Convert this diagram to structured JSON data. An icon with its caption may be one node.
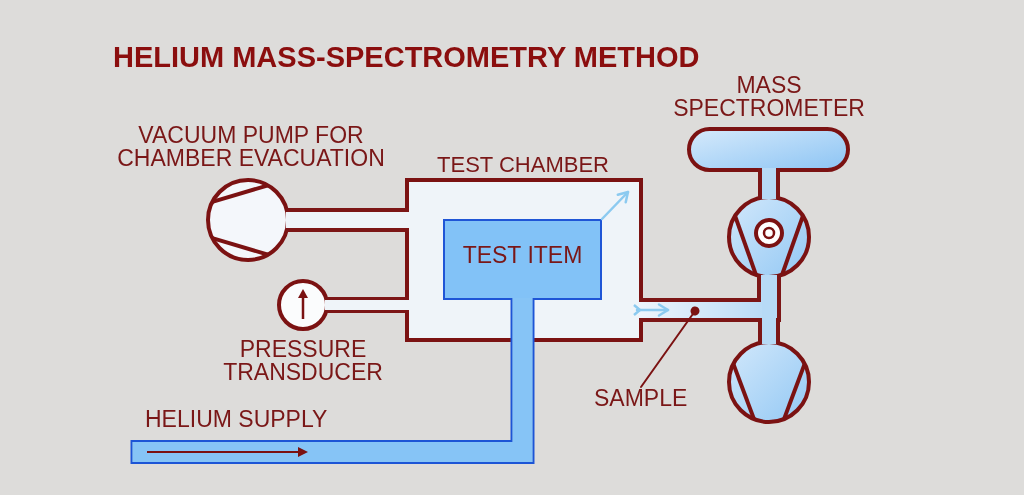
{
  "diagram": {
    "title": "HELIUM MASS-SPECTROMETRY METHOD",
    "nodes": [
      {
        "text": [
          "VACUUM PUMP FOR CHAMBER EVACUATION"
        ]
      },
      {
        "text": [
          "TEST CHAMBER"
        ]
      },
      {
        "text": [
          "TEST ITEM"
        ],
        "in": 1
      },
      {
        "text": [
          "PRESSURE TRANSDUCER"
        ]
      },
      {
        "text": [
          "MASS SPECTROMETER"
        ]
      },
      {
        "text": [],
        "shape": "circle"
      },
      {
        "text": [],
        "shape": "circle"
      },
      {
        "text": [
          "SAMPLE"
        ]
      }
    ],
    "edges": [
      {
        "from": 0,
        "to": 1,
        "arrow": "none",
        "color": "#eff4f9"
      },
      {
        "from": 3,
        "to": 1,
        "arrow": "none",
        "color": "#eff4f9"
      },
      {
        "from": 2,
        "to": null,
        "arrow": "to",
        "color": "#8ccaf0"
      },
      {
        "from": 1,
        "to": 5,
        "arrow": "none",
        "color": "#b7daf6"
      },
      {
        "from": 7,
        "to": null,
        "arrow": "other",
        "color": "#7b1212"
      },
      {
        "from": 4,
        "to": 5,
        "arrow": "none",
        "color": "#b7daf6"
      },
      {
        "from": 5,
        "to": 6,
        "arrow": "none",
        "color": "#b7daf6"
      },
      {
        "from": null,
        "to": 2,
        "arrow": "none",
        "label": "HELIUM SUPPLY",
        "style": "thick",
        "color": "#86c4f6"
      },
      {
        "from": 1,
        "to": null,
        "arrow": "to",
        "color": "#8ccaf0"
      }
    ]
  }
}
